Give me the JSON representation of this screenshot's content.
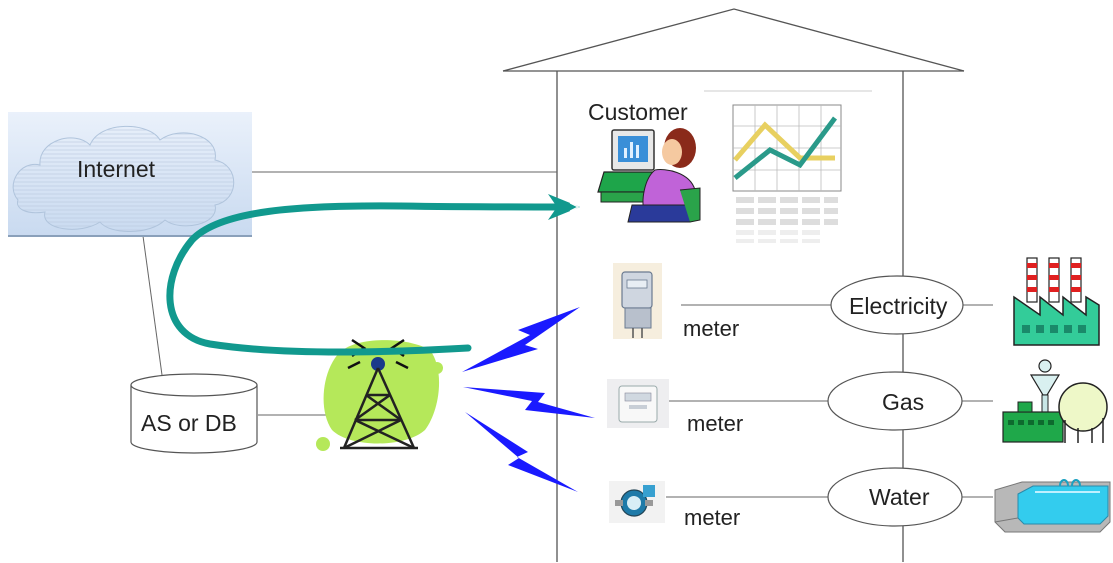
{
  "labels": {
    "internet": "Internet",
    "database": "AS or DB",
    "customer": "Customer",
    "electricity": "Electricity",
    "gas": "Gas",
    "water": "Water",
    "meter": "meter"
  },
  "colors": {
    "arrow": "#11998e",
    "wireless": "#1a1aff",
    "tower_bg": "#b5e85a",
    "line": "#555555",
    "factory_green": "#33cc99",
    "factory_red": "#e02020",
    "pool_blue": "#33ccee"
  },
  "icons": {
    "cloud": "cloud-icon",
    "database": "database-cylinder-icon",
    "tower": "radio-tower-icon",
    "customer": "person-at-computer-icon",
    "chart": "line-chart-icon",
    "meter": "utility-meter-icon",
    "factory": "power-plant-icon",
    "gas_plant": "gas-plant-icon",
    "pool": "water-pool-icon"
  }
}
